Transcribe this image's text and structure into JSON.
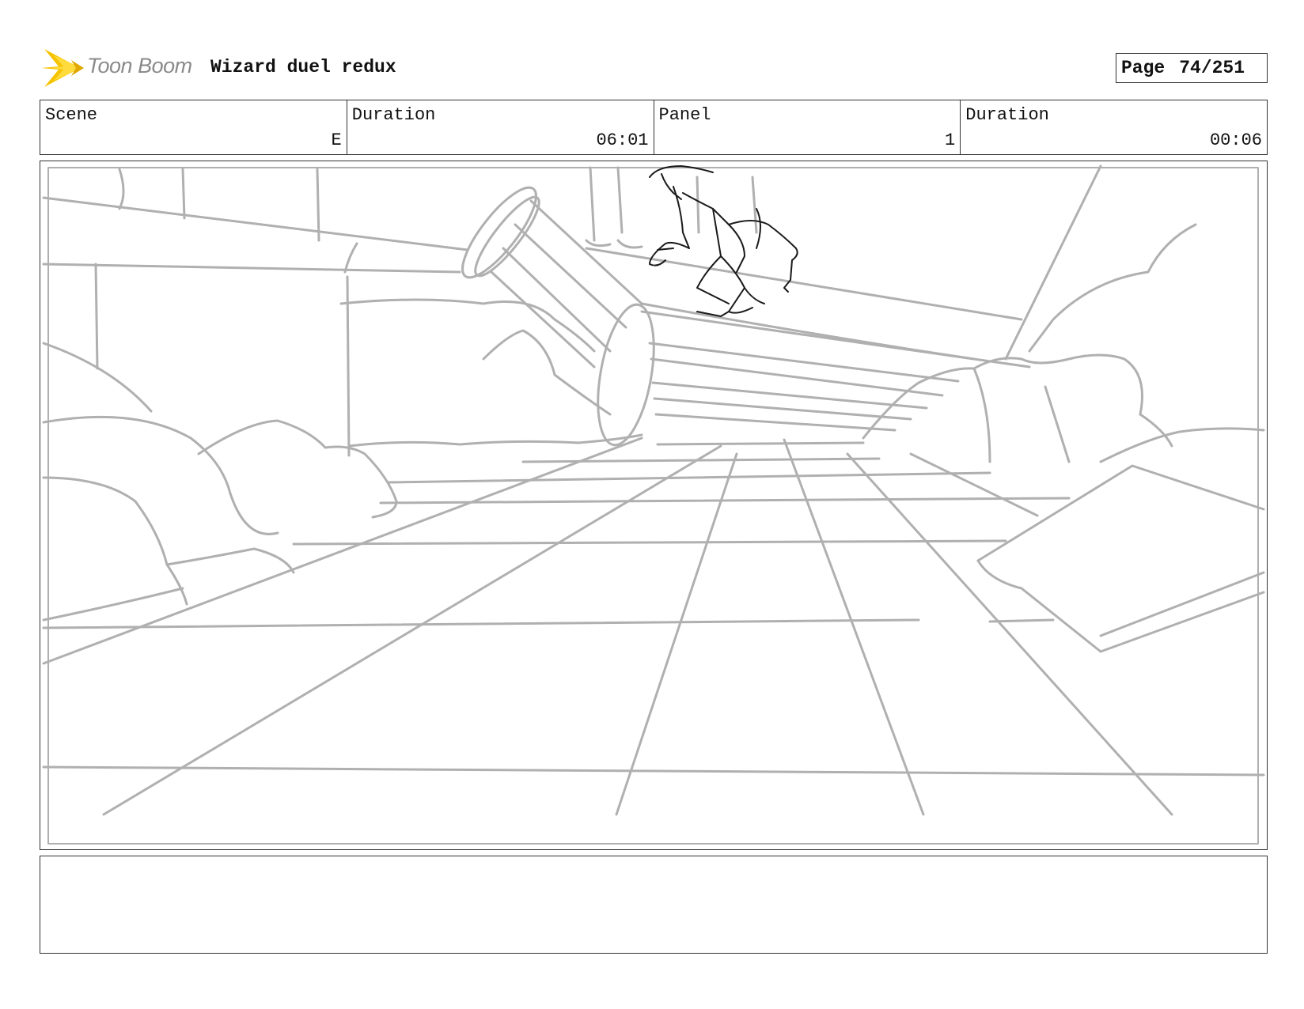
{
  "header": {
    "logo_text": "Toon Boom",
    "project_title": "Wizard duel redux",
    "page_label": "Page",
    "page_value": "74/251"
  },
  "info": {
    "scene_label": "Scene",
    "scene_value": "E",
    "scene_duration_label": "Duration",
    "scene_duration_value": "06:01",
    "panel_label": "Panel",
    "panel_value": "1",
    "panel_duration_label": "Duration",
    "panel_duration_value": "00:06"
  },
  "colors": {
    "logo_flame": "#f5c300",
    "sketch_gray": "#b0b0b0",
    "character_ink": "#1a1a1a"
  },
  "caption": ""
}
